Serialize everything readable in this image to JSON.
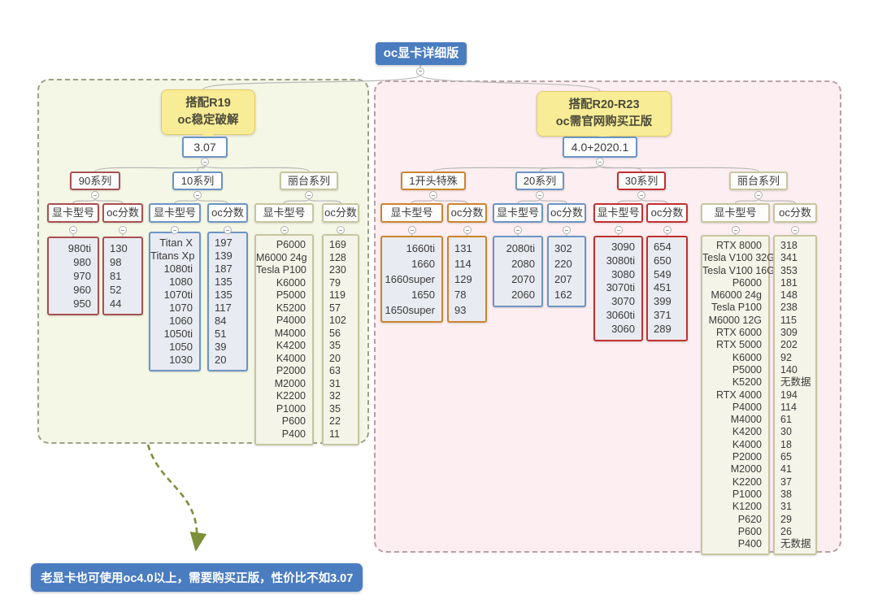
{
  "root": {
    "title": "oc显卡详细版"
  },
  "column_headers": {
    "model": "显卡型号",
    "score": "oc分数"
  },
  "sections": [
    {
      "name": "left-r19",
      "callout_line1": "搭配R19",
      "callout_line2": "oc稳定破解",
      "version": "3.07",
      "branches": [
        {
          "label": "90系列",
          "models": [
            "980ti",
            "980",
            "970",
            "960",
            "950"
          ],
          "scores": [
            "130",
            "98",
            "81",
            "52",
            "44"
          ]
        },
        {
          "label": "10系列",
          "models": [
            "Titan X",
            "Titans Xp",
            "1080ti",
            "1080",
            "1070ti",
            "1070",
            "1060",
            "1050ti",
            "1050",
            "1030"
          ],
          "scores": [
            "197",
            "139",
            "187",
            "135",
            "135",
            "117",
            "84",
            "51",
            "39",
            "20"
          ]
        },
        {
          "label": "丽台系列",
          "models": [
            "P6000",
            "M6000 24g",
            "Tesla P100",
            "K6000",
            "P5000",
            "K5200",
            "P4000",
            "M4000",
            "K4200",
            "K4000",
            "P2000",
            "M2000",
            "K2200",
            "P1000",
            "P600",
            "P400"
          ],
          "scores": [
            "169",
            "128",
            "230",
            "79",
            "119",
            "57",
            "102",
            "56",
            "35",
            "20",
            "63",
            "31",
            "32",
            "35",
            "22",
            "11"
          ]
        }
      ]
    },
    {
      "name": "right-r20-r23",
      "callout_line1": "搭配R20-R23",
      "callout_line2": "oc需官网购买正版",
      "version": "4.0+2020.1",
      "branches": [
        {
          "label": "1开头特殊",
          "models": [
            "1660ti",
            "1660",
            "1660super",
            "1650",
            "1650super"
          ],
          "scores": [
            "131",
            "114",
            "129",
            "78",
            "93"
          ]
        },
        {
          "label": "20系列",
          "models": [
            "2080ti",
            "2080",
            "2070",
            "2060"
          ],
          "scores": [
            "302",
            "220",
            "207",
            "162"
          ]
        },
        {
          "label": "30系列",
          "models": [
            "3090",
            "3080ti",
            "3080",
            "3070ti",
            "3070",
            "3060ti",
            "3060"
          ],
          "scores": [
            "654",
            "650",
            "549",
            "451",
            "399",
            "371",
            "289"
          ]
        },
        {
          "label": "丽台系列",
          "models": [
            "RTX 8000",
            "Tesla V100 32G",
            "Tesla V100 16G",
            "P6000",
            "M6000 24g",
            "Tesla P100",
            "M6000 12G",
            "RTX 6000",
            "RTX 5000",
            "K6000",
            "P5000",
            "K5200",
            "RTX 4000",
            "P4000",
            "M4000",
            "K4200",
            "K4000",
            "P2000",
            "M2000",
            "K2200",
            "P1000",
            "K1200",
            "P620",
            "P600",
            "P400"
          ],
          "scores": [
            "318",
            "341",
            "353",
            "181",
            "148",
            "238",
            "115",
            "309",
            "202",
            "92",
            "140",
            "无数据",
            "194",
            "114",
            "61",
            "30",
            "18",
            "65",
            "41",
            "37",
            "38",
            "31",
            "29",
            "26",
            "无数据"
          ]
        }
      ]
    }
  ],
  "banner": {
    "text": "老显卡也可使用oc4.0以上，需要购买正版，性价比不如3.07"
  },
  "colors": {
    "root_blue": "#4a7cc0",
    "banner_blue": "#4a7cc0",
    "callout_yellow": "#f8ec96",
    "callout_border": "#e2ce6a",
    "red": "#a85050",
    "bright_red": "#c23030",
    "blue": "#6b94c4",
    "orange": "#cc842e",
    "tan": "#c6c69e",
    "left_panel_bg": "#f5f7e6",
    "right_panel_bg": "#fdeef1",
    "arrow_green": "#7d8f3a"
  }
}
